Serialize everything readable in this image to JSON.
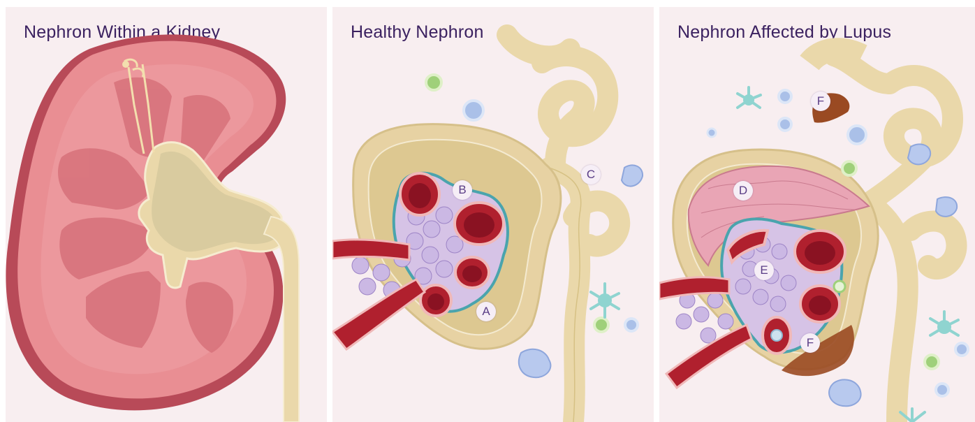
{
  "panels": [
    {
      "title": "Nephron Within a Kidney"
    },
    {
      "title": "Healthy Nephron",
      "labels": [
        "A",
        "B",
        "C"
      ]
    },
    {
      "title": "Nephron Affected by Lupus",
      "labels": [
        "D",
        "E",
        "F",
        "F"
      ]
    }
  ],
  "colors": {
    "title": "#3b2160",
    "label_text": "#5a3d86",
    "panel_bg": "#f8eef0",
    "tubule": "#ead8aa",
    "kidney": "#e98e93",
    "vessel": "#b0202e",
    "podocyte": "#cbb8e4",
    "deposit": "#9a4a22"
  }
}
